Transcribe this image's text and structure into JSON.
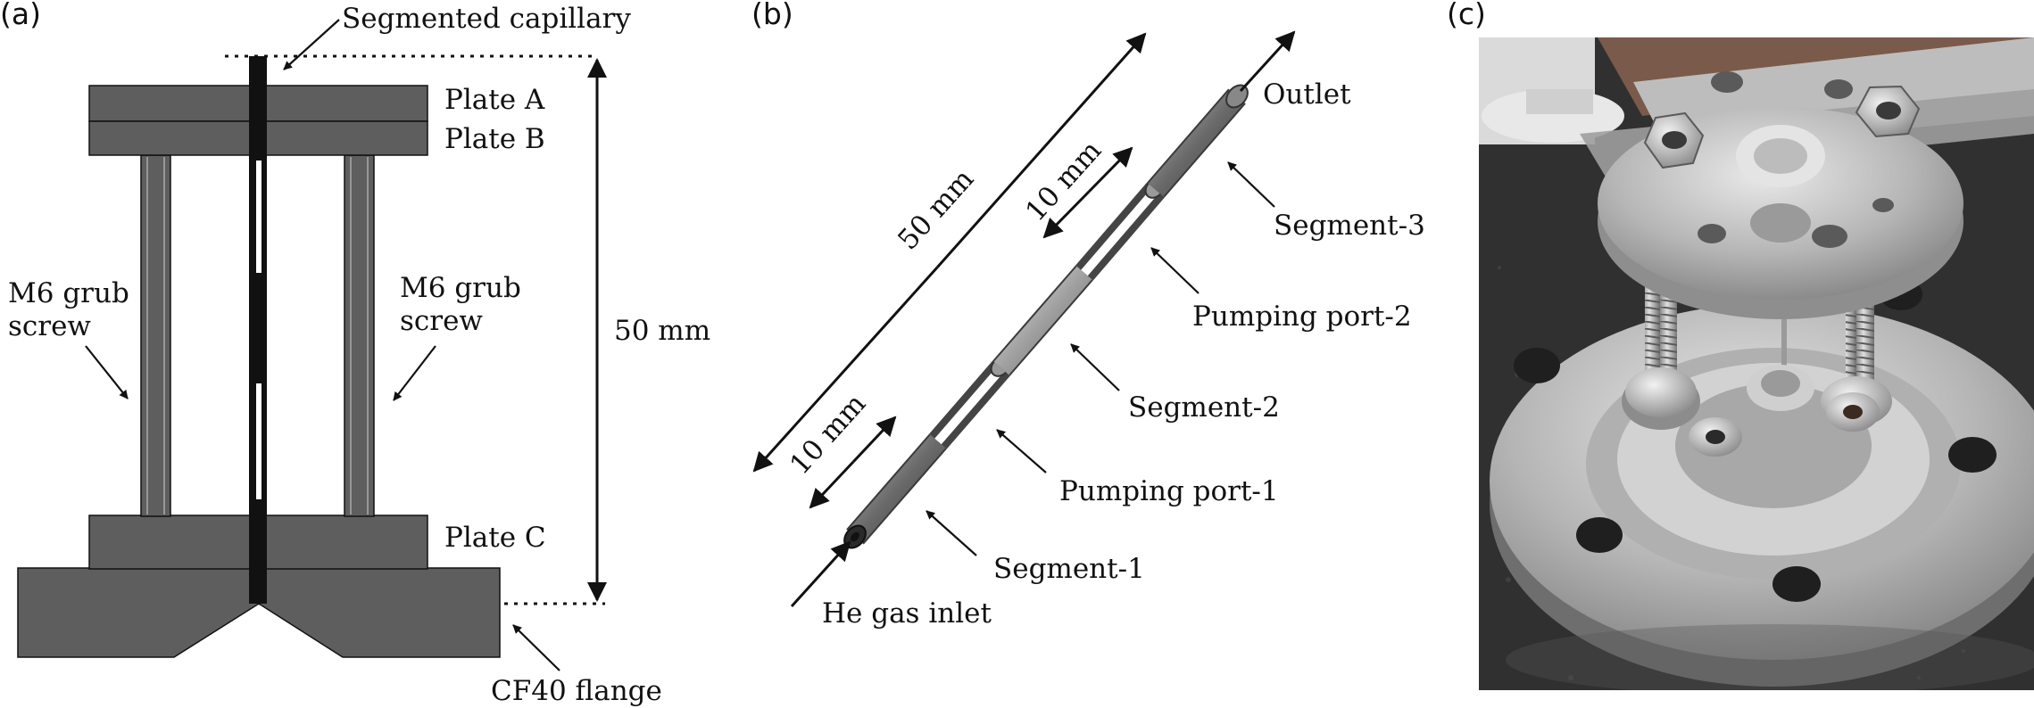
{
  "colors": {
    "plate_fill": "#5e5e5e",
    "line": "#111111",
    "background": "#ffffff"
  },
  "panel_a": {
    "panel_label": "(a)",
    "segmented_capillary": "Segmented capillary",
    "plate_a": "Plate A",
    "plate_b": "Plate B",
    "plate_c": "Plate C",
    "m6_left_line1": "M6 grub",
    "m6_left_line2": "screw",
    "m6_right_line1": "M6 grub",
    "m6_right_line2": "screw",
    "height_label": "50 mm",
    "flange": "CF40 flange"
  },
  "panel_b": {
    "panel_label": "(b)",
    "total_length": "50 mm",
    "top_length": "10 mm",
    "bottom_length": "10 mm",
    "outlet": "Outlet",
    "segment_3": "Segment-3",
    "pumping_port_2": "Pumping port-2",
    "segment_2": "Segment-2",
    "pumping_port_1": "Pumping port-1",
    "segment_1": "Segment-1",
    "inlet": "He gas inlet"
  },
  "panel_c": {
    "panel_label": "(c)"
  }
}
